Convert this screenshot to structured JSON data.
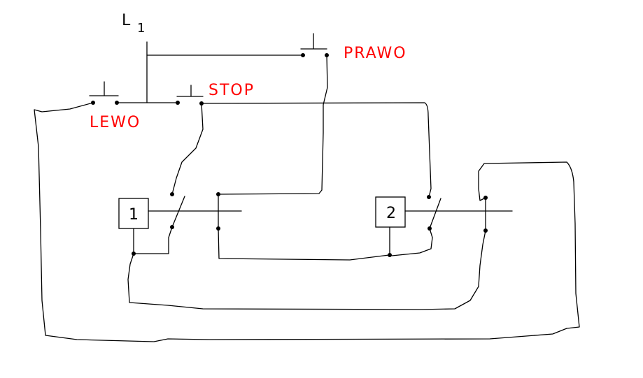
{
  "supply": {
    "label": "L",
    "subscript": "1"
  },
  "buttons": {
    "left": {
      "label": "LEWO"
    },
    "right": {
      "label": "PRAWO"
    },
    "stop": {
      "label": "STOP"
    }
  },
  "relays": [
    {
      "number": "1"
    },
    {
      "number": "2"
    }
  ],
  "colors": {
    "label": "#ff0000",
    "wire": "#000000"
  }
}
